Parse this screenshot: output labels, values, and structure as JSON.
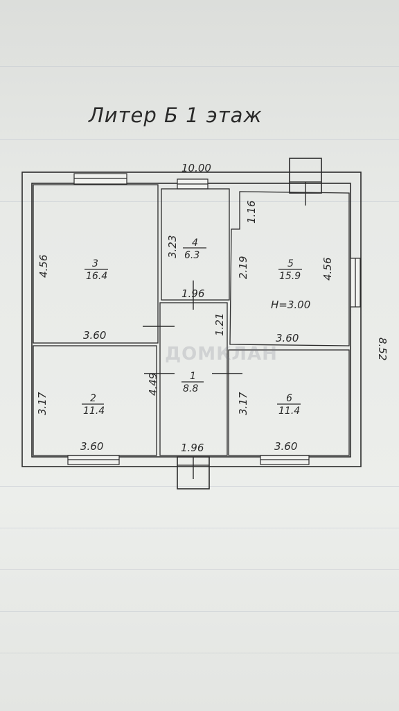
{
  "title": "Литер Б 1 этаж",
  "overall": {
    "width": "10.00",
    "depth": "8.52"
  },
  "ceiling_height": "Н=3.00",
  "watermark": "ДОМКЛАН",
  "rooms": [
    {
      "number": "1",
      "area": "8.8",
      "width": "1.96",
      "depth": "4.49",
      "depth2": "1.21"
    },
    {
      "number": "2",
      "area": "11.4",
      "width": "3.60",
      "depth": "3.17"
    },
    {
      "number": "3",
      "area": "16.4",
      "width": "3.60",
      "depth": "4.56"
    },
    {
      "number": "4",
      "area": "6.3",
      "width": "1.96",
      "depth": "3.23"
    },
    {
      "number": "5",
      "area": "15.9",
      "width": "3.60",
      "depth": "4.56",
      "extra1": "1.16",
      "extra2": "2.19"
    },
    {
      "number": "6",
      "area": "11.4",
      "width": "3.60",
      "depth": "3.17"
    }
  ]
}
